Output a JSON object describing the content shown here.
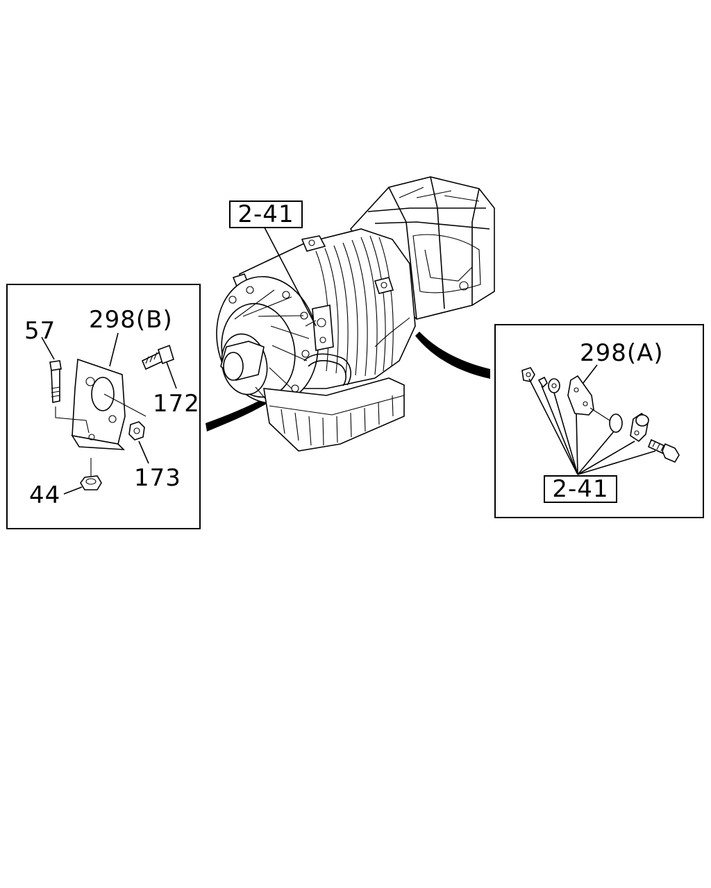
{
  "callouts": {
    "main_ref": "2-41",
    "inset_right_ref": "2-41",
    "bracket_b": "298(B)",
    "bracket_a": "298(A)",
    "bolt_57": "57",
    "bolt_172": "172",
    "nut_173": "173",
    "nut_44": "44"
  },
  "colors": {
    "ink": "#000000",
    "paper": "#ffffff"
  }
}
